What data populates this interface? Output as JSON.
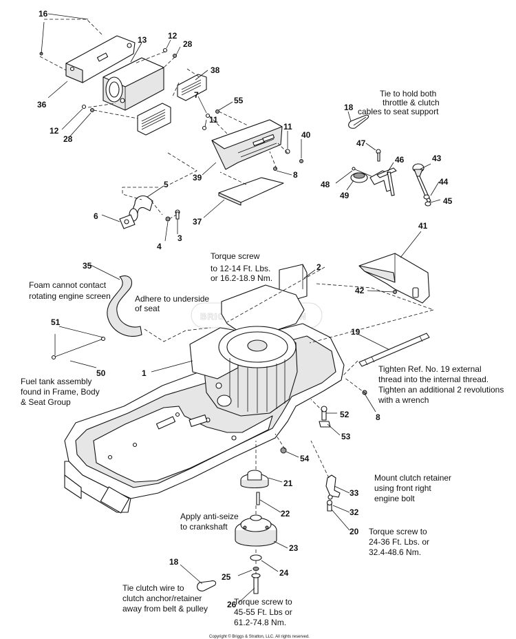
{
  "callouts": {
    "c16": "16",
    "c13": "13",
    "c12a": "12",
    "c28a": "28",
    "c38": "38",
    "c36": "36",
    "c7": "7",
    "c55": "55",
    "c11a": "11",
    "c12b": "12",
    "c28b": "28",
    "c11b": "11",
    "c40": "40",
    "c39": "39",
    "c8a": "8",
    "c5": "5",
    "c6": "6",
    "c4": "4",
    "c3": "3",
    "c37": "37",
    "c18a": "18",
    "c47": "47",
    "c46": "46",
    "c43": "43",
    "c48": "48",
    "c49": "49",
    "c44": "44",
    "c45": "45",
    "c41": "41",
    "c2": "2",
    "c35": "35",
    "c42": "42",
    "c51": "51",
    "c19": "19",
    "c1": "1",
    "c50": "50",
    "c8b": "8",
    "c52": "52",
    "c53": "53",
    "c54": "54",
    "c21": "21",
    "c33": "33",
    "c22": "22",
    "c32": "32",
    "c20": "20",
    "c23": "23",
    "c18b": "18",
    "c24": "24",
    "c25": "25",
    "c26": "26"
  },
  "notes": {
    "tie_hold": [
      "Tie to hold both",
      "throttle & clutch",
      "cables to seat support"
    ],
    "torque_12_14": [
      "Torque screw",
      "to 12-14 Ft. Lbs.",
      "or 16.2-18.9 Nm."
    ],
    "foam": [
      "Foam cannot contact",
      "rotating engine screen"
    ],
    "adhere": [
      "Adhere to underside",
      "of seat"
    ],
    "tighten_19": [
      "Tighten Ref. No. 19 external",
      "thread into the internal thread.",
      "Tighten an additional 2 revolutions",
      "with a wrench"
    ],
    "fuel_tank": [
      "Fuel tank assembly",
      "found in Frame, Body",
      "& Seat Group"
    ],
    "mount_clutch": [
      "Mount clutch retainer",
      "using front right",
      "engine bolt"
    ],
    "anti_seize": [
      "Apply anti-seize",
      "to crankshaft"
    ],
    "torque_24_36": [
      "Torque screw to",
      "24-36 Ft. Lbs. or",
      "32.4-48.6 Nm."
    ],
    "tie_clutch": [
      "Tie clutch wire to",
      "clutch anchor/retainer",
      "away from belt & pulley"
    ],
    "torque_45_55": [
      "Torque screw to",
      "45-55 Ft. Lbs or",
      "61.2-74.8 Nm."
    ]
  },
  "watermark": "BRIGGS & STRATTON",
  "copyright": "Copyright © Briggs & Stratton, LLC. All rights reserved."
}
